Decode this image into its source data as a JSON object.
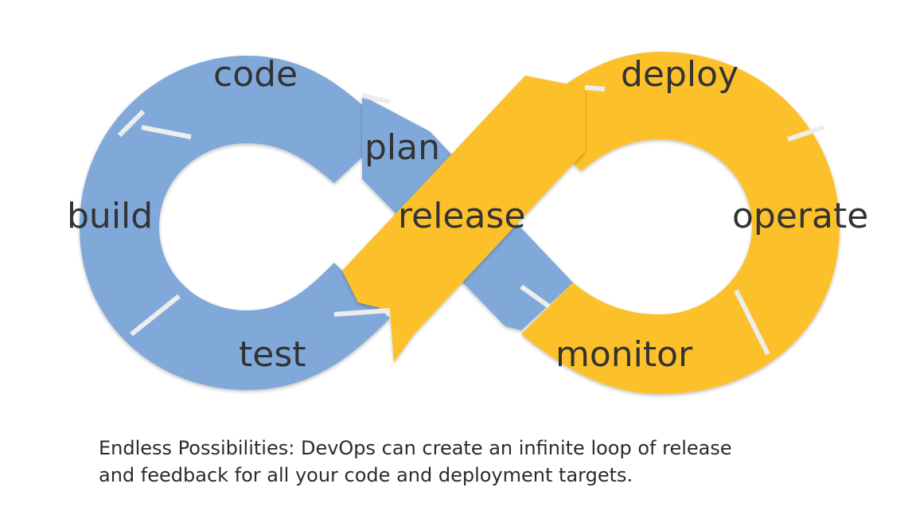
{
  "diagram": {
    "colors": {
      "dev_loop": "#80A9DA",
      "ops_loop": "#FCC12B",
      "separator": "#EDEDED",
      "text": "#333333"
    },
    "stages": {
      "plan": "plan",
      "code": "code",
      "build": "build",
      "test": "test",
      "release": "release",
      "deploy": "deploy",
      "operate": "operate",
      "monitor": "monitor"
    }
  },
  "caption": {
    "line1": "Endless Possibilities: DevOps can create an infinite loop of release",
    "line2": "and feedback for all your code and deployment targets."
  }
}
